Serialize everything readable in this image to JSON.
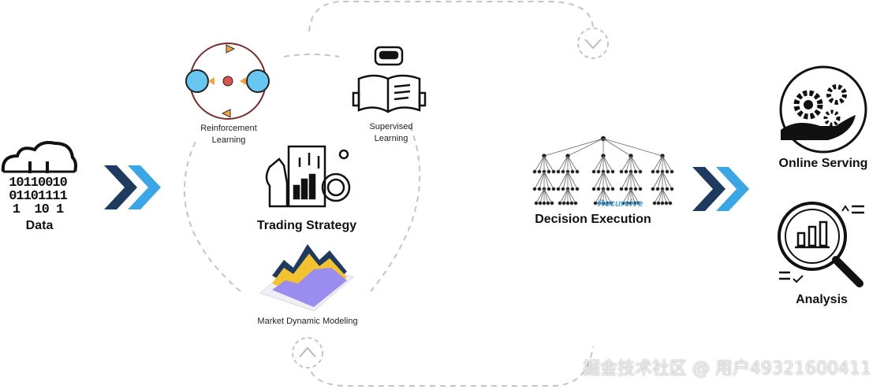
{
  "labels": {
    "data": "Data",
    "reinforcement_learning": "Reinforcement\nLearning",
    "supervised_learning": "Supervised\nLearning",
    "trading_strategy": "Trading Strategy",
    "market_dynamic_modeling": "Market Dynamic Modeling",
    "recursive": "Recursive",
    "decision_execution": "Decision Execution",
    "online_serving": "Online Serving",
    "analysis": "Analysis"
  },
  "binary_digits": {
    "line1": "10110010",
    "line2": "01101111",
    "line3": "1  10 1"
  },
  "watermark": "掘金技术社区 @ 用户49321600411",
  "colors": {
    "chevron_dark": "#1f3a5f",
    "chevron_light": "#3aa6e6",
    "dashed": "#c4c4c4",
    "accent_yellow": "#f2c230",
    "accent_purple": "#9b8cf0",
    "accent_blue": "#67c7f0",
    "accent_red": "#d9534f"
  },
  "icons": [
    "cloud-data-icon",
    "chevron-right-icon",
    "reinforcement-loop-icon",
    "robot-reading-book-icon",
    "chess-knight-chart-icon",
    "mountain-chart-icon",
    "decision-tree-icon",
    "gears-hand-icon",
    "magnifier-chart-icon"
  ]
}
